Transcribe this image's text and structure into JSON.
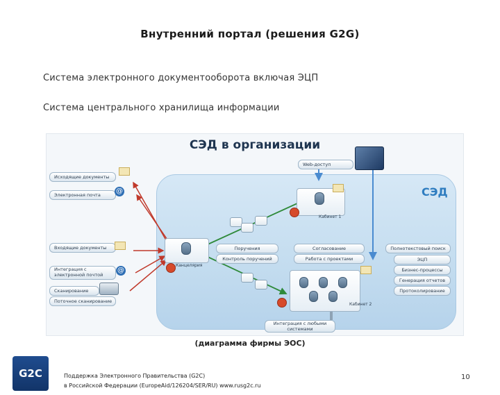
{
  "slide": {
    "title": "Внутренний портал (решения G2G)",
    "bullets": [
      "Система электронного документооборота включая ЭЦП",
      "Система центрального хранилища информации"
    ],
    "caption": "(диаграмма фирмы ЭОС)",
    "footer_line1": "Поддержка Электронного Правительства (G2C)",
    "footer_line2": "в Российской Федерации (EuropeAid/126204/SER/RU) www.rusg2c.ru",
    "page_number": "10"
  },
  "logo": {
    "text": "G2C"
  },
  "diagram": {
    "title": "СЭД в организации",
    "sed_label": "СЭД",
    "web_label": "Web-доступ",
    "left_items": [
      "Исходящие документы",
      "Электронная почта",
      "Входящие документы",
      "Интеграция с электронной почтой",
      "Сканирование",
      "Поточное сканирование"
    ],
    "chancellery_label": "Канцелярия",
    "cabinet1_label": "Кабинет 1",
    "cabinet2_label": "Кабинет 2",
    "center_items": [
      "Поручения",
      "Контроль поручений"
    ],
    "center_right_items": [
      "Согласование",
      "Работа с проектами"
    ],
    "right_items": [
      "Полнотекстовый поиск",
      "ЭЦП",
      "Бизнес-процессы",
      "Генерация отчетов",
      "Протоколирование"
    ],
    "integration_label": "Интеграция с любыми системами"
  }
}
